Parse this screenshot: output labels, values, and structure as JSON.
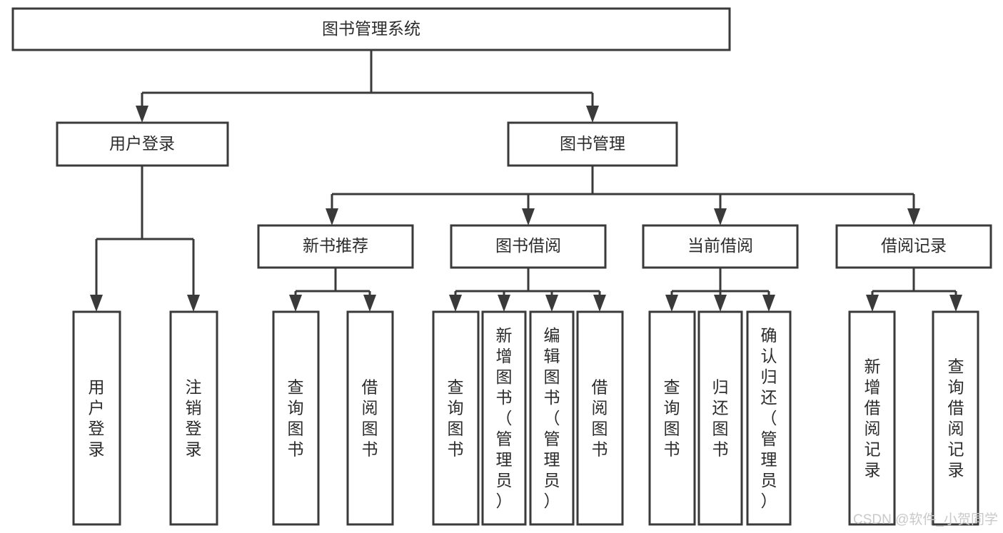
{
  "diagram": {
    "type": "tree-hierarchy",
    "title": "图书管理系统",
    "root": {
      "id": "root",
      "label": "图书管理系统",
      "orientation": "horizontal"
    },
    "level1": [
      {
        "id": "user-login",
        "label": "用户登录",
        "orientation": "horizontal"
      },
      {
        "id": "book-manage",
        "label": "图书管理",
        "orientation": "horizontal"
      }
    ],
    "level2": [
      {
        "id": "new-book-recommend",
        "label": "新书推荐",
        "parent": "book-manage",
        "orientation": "horizontal"
      },
      {
        "id": "book-borrow",
        "label": "图书借阅",
        "parent": "book-manage",
        "orientation": "horizontal"
      },
      {
        "id": "current-borrow",
        "label": "当前借阅",
        "parent": "book-manage",
        "orientation": "horizontal"
      },
      {
        "id": "borrow-record",
        "label": "借阅记录",
        "parent": "book-manage",
        "orientation": "horizontal"
      }
    ],
    "leaves": [
      {
        "id": "leaf-user-login",
        "label": "用户登录",
        "parent": "user-login",
        "orientation": "vertical"
      },
      {
        "id": "leaf-user-logout",
        "label": "注销登录",
        "parent": "user-login",
        "orientation": "vertical"
      },
      {
        "id": "leaf-query-book-1",
        "label": "查询图书",
        "parent": "new-book-recommend",
        "orientation": "vertical"
      },
      {
        "id": "leaf-borrow-book-1",
        "label": "借阅图书",
        "parent": "new-book-recommend",
        "orientation": "vertical"
      },
      {
        "id": "leaf-query-book-2",
        "label": "查询图书",
        "parent": "book-borrow",
        "orientation": "vertical"
      },
      {
        "id": "leaf-add-book",
        "label": "新增图书（管理员）",
        "parent": "book-borrow",
        "orientation": "vertical"
      },
      {
        "id": "leaf-edit-book",
        "label": "编辑图书（管理员）",
        "parent": "book-borrow",
        "orientation": "vertical"
      },
      {
        "id": "leaf-borrow-book-2",
        "label": "借阅图书",
        "parent": "book-borrow",
        "orientation": "vertical"
      },
      {
        "id": "leaf-query-book-3",
        "label": "查询图书",
        "parent": "current-borrow",
        "orientation": "vertical"
      },
      {
        "id": "leaf-return-book",
        "label": "归还图书",
        "parent": "current-borrow",
        "orientation": "vertical"
      },
      {
        "id": "leaf-confirm-return",
        "label": "确认归还（管理员）",
        "parent": "current-borrow",
        "orientation": "vertical"
      },
      {
        "id": "leaf-add-record",
        "label": "新增借阅记录",
        "parent": "borrow-record",
        "orientation": "vertical"
      },
      {
        "id": "leaf-query-record",
        "label": "查询借阅记录",
        "parent": "borrow-record",
        "orientation": "vertical"
      }
    ],
    "colors": {
      "box_stroke": "#3a3a3a",
      "box_fill": "#ffffff",
      "connector": "#3a3a3a",
      "text": "#2b2b2b",
      "background": "#ffffff",
      "watermark": "#c9c9c9"
    }
  },
  "watermark": {
    "text": "CSDN @软件_小贺同学"
  }
}
